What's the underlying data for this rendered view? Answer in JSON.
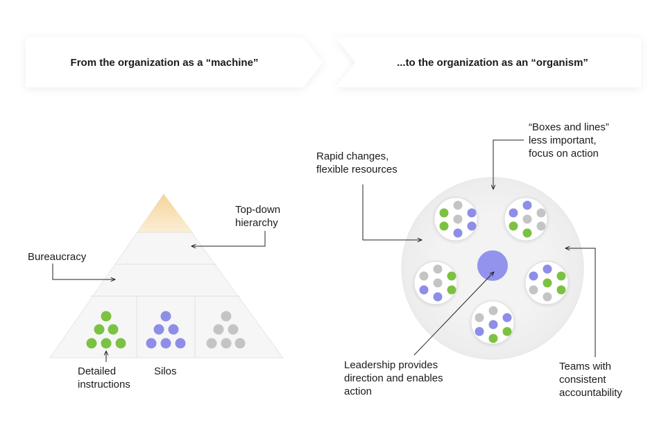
{
  "banners": {
    "left": "From the organization as a “machine”",
    "right": "...to the organization as an “organism”"
  },
  "left_labels": {
    "top_down": [
      "Top-down",
      "hierarchy"
    ],
    "bureaucracy": "Bureaucracy",
    "detailed": [
      "Detailed",
      "instructions"
    ],
    "silos": "Silos"
  },
  "right_labels": {
    "rapid": [
      "Rapid changes,",
      "flexible resources"
    ],
    "boxes": [
      "“Boxes and lines”",
      "less important,",
      "focus on action"
    ],
    "teams": [
      "Teams with",
      "consistent",
      "accountability"
    ],
    "leadership": [
      "Leadership provides",
      "direction and enables",
      "action"
    ]
  },
  "colors": {
    "green": "#7cc242",
    "purple": "#8e8ee8",
    "gray": "#c4c4c4",
    "apex": "#f7deb0",
    "pyramid": "#f5f5f5",
    "outline": "#e3e3e3",
    "center": "#9090ee"
  }
}
